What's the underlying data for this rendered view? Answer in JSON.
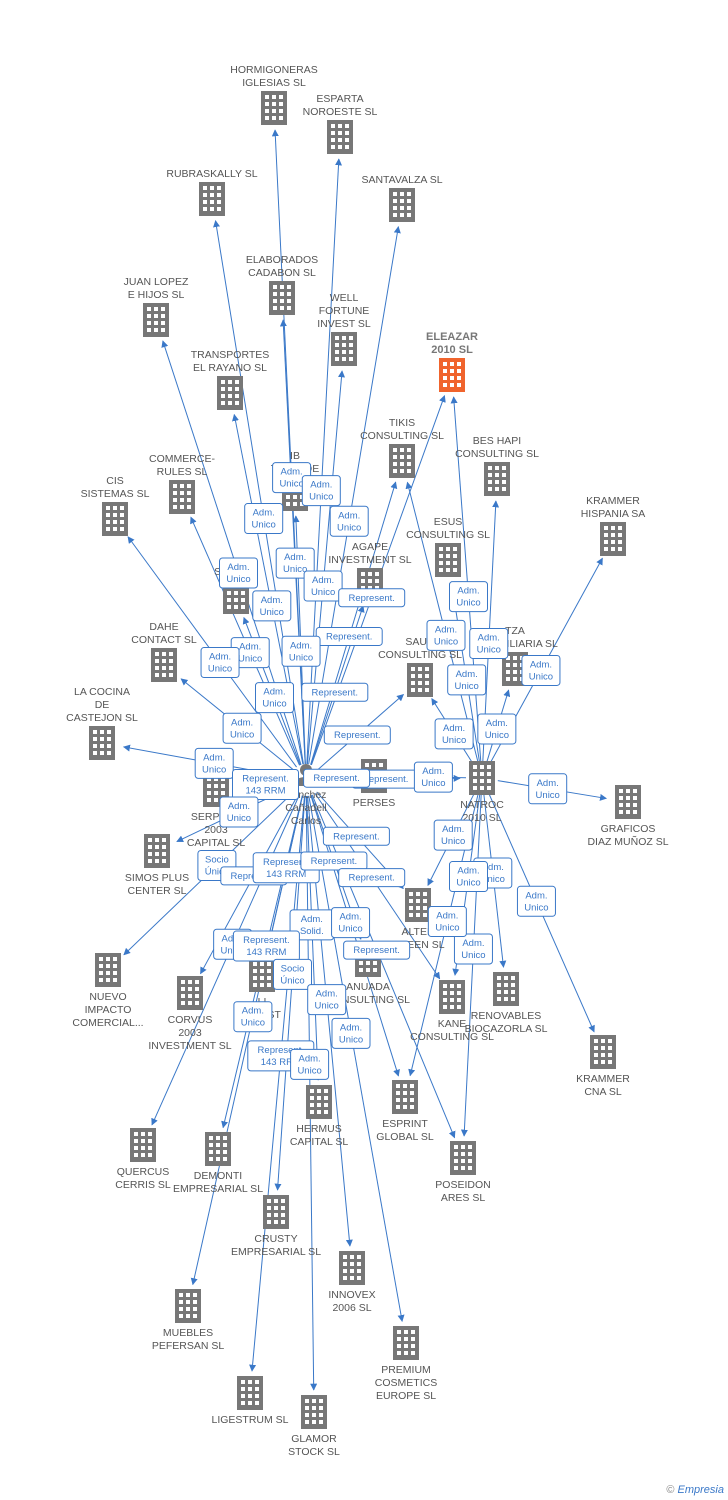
{
  "colors": {
    "edge": "#3a78c8",
    "building": "#777777",
    "focus": "#f0642d",
    "label_bg": "#ffffff"
  },
  "nodes": [
    {
      "id": "hormigoneras",
      "label": [
        "HORMIGONERAS",
        "IGLESIAS SL"
      ]
    },
    {
      "id": "esparta",
      "label": [
        "ESPARTA",
        "NOROESTE SL"
      ]
    },
    {
      "id": "rubraskally",
      "label": [
        "RUBRASKALLY SL"
      ]
    },
    {
      "id": "santavalza",
      "label": [
        "SANTAVALZA SL"
      ]
    },
    {
      "id": "elaborados",
      "label": [
        "ELABORADOS",
        "CADABON SL"
      ]
    },
    {
      "id": "juanlopez",
      "label": [
        "JUAN LOPEZ",
        "E HIJOS SL"
      ]
    },
    {
      "id": "wellfortune",
      "label": [
        "WELL",
        "FORTUNE",
        "INVEST SL"
      ]
    },
    {
      "id": "eleazar",
      "label": [
        "ELEAZAR",
        "2010 SL"
      ],
      "focus": true
    },
    {
      "id": "transportes",
      "label": [
        "TRANSPORTES",
        "EL RAYANO SL"
      ]
    },
    {
      "id": "tikis",
      "label": [
        "TIKIS",
        "CONSULTING SL"
      ]
    },
    {
      "id": "beshapi",
      "label": [
        "BES HAPI",
        "CONSULTING SL"
      ]
    },
    {
      "id": "commerce",
      "label": [
        "COMMERCE-",
        "RULES SL"
      ]
    },
    {
      "id": "cis",
      "label": [
        "CIS",
        "SISTEMAS SL"
      ]
    },
    {
      "id": "ib",
      "label": [
        "IB",
        "TICAS DE"
      ]
    },
    {
      "id": "krammerh",
      "label": [
        "KRAMMER",
        "HISPANIA SA"
      ]
    },
    {
      "id": "esus",
      "label": [
        "ESUS",
        "CONSULTING SL"
      ]
    },
    {
      "id": "agape",
      "label": [
        "AGAPE",
        "INVESTMENT SL"
      ]
    },
    {
      "id": "stream",
      "label": [
        "STREAM"
      ]
    },
    {
      "id": "dahe",
      "label": [
        "DAHE",
        "CONTACT SL"
      ]
    },
    {
      "id": "saur",
      "label": [
        "SAUR",
        "CONSULTING SL"
      ]
    },
    {
      "id": "tza",
      "label": [
        "TZA",
        "INMOBILIARIA SL"
      ]
    },
    {
      "id": "lacocina",
      "label": [
        "LA COCINA",
        "DE",
        "CASTEJON SL"
      ]
    },
    {
      "id": "person",
      "label": [
        "Sanchez",
        "Cañadell",
        "Carlos"
      ],
      "person": true
    },
    {
      "id": "natroc",
      "label": [
        "NATROC",
        "2010 SL"
      ]
    },
    {
      "id": "graficos",
      "label": [
        "GRAFICOS",
        "DIAZ MUÑOZ SL"
      ]
    },
    {
      "id": "serpens",
      "label": [
        "SERPENS",
        "2003",
        "CAPITAL SL"
      ]
    },
    {
      "id": "perses",
      "label": [
        "PERSES"
      ]
    },
    {
      "id": "simos",
      "label": [
        "SIMOS PLUS",
        "CENTER SL"
      ]
    },
    {
      "id": "alter",
      "label": [
        "ALTER",
        "GREEN SL"
      ]
    },
    {
      "id": "nuevo",
      "label": [
        "NUEVO",
        "IMPACTO",
        "COMERCIAL..."
      ]
    },
    {
      "id": "corvus",
      "label": [
        "CORVUS",
        "2003",
        "INVESTMENT SL"
      ]
    },
    {
      "id": "lib",
      "label": [
        "LI",
        "INVEST"
      ]
    },
    {
      "id": "anuada",
      "label": [
        "ANUADA",
        "CONSULTING SL"
      ]
    },
    {
      "id": "kane",
      "label": [
        "KANE",
        "CONSULTING SL"
      ]
    },
    {
      "id": "renovables",
      "label": [
        "RENOVABLES",
        "BIOCAZORLA SL"
      ]
    },
    {
      "id": "krammerc",
      "label": [
        "KRAMMER",
        "CNA SL"
      ]
    },
    {
      "id": "hermus",
      "label": [
        "HERMUS",
        "CAPITAL SL"
      ]
    },
    {
      "id": "esprint",
      "label": [
        "ESPRINT",
        "GLOBAL SL"
      ]
    },
    {
      "id": "quercus",
      "label": [
        "QUERCUS",
        "CERRIS SL"
      ]
    },
    {
      "id": "demonti",
      "label": [
        "DEMONTI",
        "EMPRESARIAL SL"
      ]
    },
    {
      "id": "poseidon",
      "label": [
        "POSEIDON",
        "ARES SL"
      ]
    },
    {
      "id": "crusty",
      "label": [
        "CRUSTY",
        "EMPRESARIAL SL"
      ]
    },
    {
      "id": "innovex",
      "label": [
        "INNOVEX",
        "2006 SL"
      ]
    },
    {
      "id": "muebles",
      "label": [
        "MUEBLES",
        "PEFERSAN SL"
      ]
    },
    {
      "id": "premium",
      "label": [
        "PREMIUM",
        "COSMETICS",
        "EUROPE SL"
      ]
    },
    {
      "id": "ligestrum",
      "label": [
        "LIGESTRUM SL"
      ]
    },
    {
      "id": "glamor",
      "label": [
        "GLAMOR",
        "STOCK SL"
      ]
    }
  ],
  "edges": [
    {
      "from": "person",
      "to": "hormigoneras",
      "label": [
        "Adm.",
        "Unico"
      ]
    },
    {
      "from": "person",
      "to": "esparta",
      "label": [
        "Adm.",
        "Unico"
      ]
    },
    {
      "from": "person",
      "to": "rubraskally",
      "label": [
        "Adm.",
        "Unico"
      ]
    },
    {
      "from": "person",
      "to": "santavalza",
      "label": [
        "Adm.",
        "Unico"
      ]
    },
    {
      "from": "person",
      "to": "elaborados",
      "label": [
        "Adm.",
        "Unico"
      ]
    },
    {
      "from": "person",
      "to": "juanlopez",
      "label": [
        "Adm.",
        "Unico"
      ]
    },
    {
      "from": "person",
      "to": "wellfortune",
      "label": [
        "Adm.",
        "Unico"
      ]
    },
    {
      "from": "person",
      "to": "transportes",
      "label": [
        "Adm.",
        "Unico"
      ]
    },
    {
      "from": "person",
      "to": "tikis",
      "label": [
        "Represent."
      ]
    },
    {
      "from": "person",
      "to": "eleazar",
      "label": [
        "Represent."
      ]
    },
    {
      "from": "person",
      "to": "commerce",
      "label": [
        "Adm.",
        "Unico"
      ]
    },
    {
      "from": "person",
      "to": "cis",
      "label": [
        "Adm.",
        "Unico"
      ]
    },
    {
      "from": "person",
      "to": "ib",
      "label": [
        "Adm.",
        "Unico"
      ]
    },
    {
      "from": "person",
      "to": "agape",
      "label": [
        "Represent."
      ]
    },
    {
      "from": "person",
      "to": "stream",
      "label": [
        "Adm.",
        "Unico"
      ]
    },
    {
      "from": "person",
      "to": "dahe",
      "label": [
        "Adm.",
        "Unico"
      ]
    },
    {
      "from": "person",
      "to": "saur",
      "label": [
        "Represent."
      ]
    },
    {
      "from": "person",
      "to": "lacocina",
      "label": [
        "Adm.",
        "Unico"
      ]
    },
    {
      "from": "person",
      "to": "natroc",
      "label": [
        "Represent."
      ]
    },
    {
      "from": "person",
      "to": "serpens",
      "label": [
        "Represent.",
        "143 RRM"
      ]
    },
    {
      "from": "person",
      "to": "perses",
      "label": [
        "Represent."
      ]
    },
    {
      "from": "person",
      "to": "simos",
      "label": [
        "Adm.",
        "Unico"
      ]
    },
    {
      "from": "person",
      "to": "alter",
      "label": [
        "Represent."
      ]
    },
    {
      "from": "person",
      "to": "nuevo",
      "label": [
        "Socio",
        "Único"
      ]
    },
    {
      "from": "person",
      "to": "corvus",
      "label": [
        "Represent."
      ]
    },
    {
      "from": "person",
      "to": "lib",
      "label": [
        "Represent.",
        "143 RRM"
      ]
    },
    {
      "from": "person",
      "to": "anuada",
      "label": [
        "Represent."
      ]
    },
    {
      "from": "person",
      "to": "kane",
      "label": [
        "Represent."
      ]
    },
    {
      "from": "person",
      "to": "hermus",
      "label": [
        "Adm.",
        "Solid."
      ]
    },
    {
      "from": "person",
      "to": "esprint",
      "label": [
        "Adm.",
        "Unico"
      ]
    },
    {
      "from": "person",
      "to": "quercus",
      "label": [
        "Adm.",
        "Unico"
      ]
    },
    {
      "from": "person",
      "to": "demonti",
      "label": [
        "Represent.",
        "143 RRM"
      ]
    },
    {
      "from": "person",
      "to": "crusty",
      "label": [
        "Socio",
        "Único"
      ]
    },
    {
      "from": "person",
      "to": "innovex",
      "label": [
        "Adm.",
        "Unico"
      ]
    },
    {
      "from": "person",
      "to": "muebles",
      "label": [
        "Adm.",
        "Unico"
      ]
    },
    {
      "from": "person",
      "to": "premium",
      "label": [
        "Adm.",
        "Unico"
      ]
    },
    {
      "from": "person",
      "to": "ligestrum",
      "label": [
        "Represent.",
        "143 RRM"
      ]
    },
    {
      "from": "person",
      "to": "glamor",
      "label": [
        "Adm.",
        "Unico"
      ]
    },
    {
      "from": "person",
      "to": "poseidon",
      "label": [
        "Represent."
      ]
    },
    {
      "from": "natroc",
      "to": "eleazar",
      "label": [
        "Adm.",
        "Unico"
      ]
    },
    {
      "from": "natroc",
      "to": "beshapi",
      "label": [
        "Adm.",
        "Unico"
      ]
    },
    {
      "from": "natroc",
      "to": "tikis",
      "label": [
        "Adm.",
        "Unico"
      ]
    },
    {
      "from": "natroc",
      "to": "esus",
      "label": [
        "Adm.",
        "Unico"
      ]
    },
    {
      "from": "natroc",
      "to": "krammerh",
      "label": [
        "Adm.",
        "Unico"
      ]
    },
    {
      "from": "natroc",
      "to": "tza",
      "label": [
        "Adm.",
        "Unico"
      ]
    },
    {
      "from": "natroc",
      "to": "graficos",
      "label": [
        "Adm.",
        "Unico"
      ]
    },
    {
      "from": "natroc",
      "to": "krammerc",
      "label": [
        "Adm.",
        "Unico"
      ]
    },
    {
      "from": "natroc",
      "to": "renovables",
      "label": [
        "Adm.",
        "Unico"
      ]
    },
    {
      "from": "natroc",
      "to": "kane",
      "label": [
        "Adm.",
        "Unico"
      ]
    },
    {
      "from": "natroc",
      "to": "alter",
      "label": [
        "Adm.",
        "Unico"
      ]
    },
    {
      "from": "natroc",
      "to": "poseidon",
      "label": [
        "Adm.",
        "Unico"
      ]
    },
    {
      "from": "natroc",
      "to": "esprint",
      "label": [
        "Adm.",
        "Unico"
      ]
    },
    {
      "from": "natroc",
      "to": "saur",
      "label": [
        "Adm.",
        "Unico"
      ]
    },
    {
      "from": "natroc",
      "to": "perses",
      "label": [
        "Adm.",
        "Unico"
      ]
    }
  ],
  "footer": {
    "copyright": "©",
    "brand": "Empresia"
  }
}
